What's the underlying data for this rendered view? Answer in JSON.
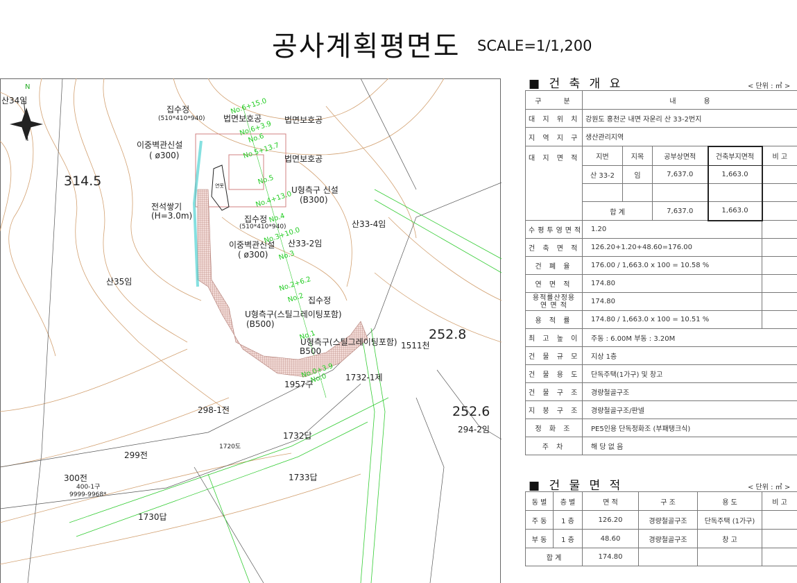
{
  "title": "공사계획평면도",
  "scale": "SCALE=1/1,200",
  "map": {
    "north": "N",
    "labels": [
      "산34임",
      "314.5",
      "집수정",
      "(510*410*940)",
      "법면보호공",
      "법면보호공",
      "이중벽관신설",
      "( ø300)",
      "법면보호공",
      "U형측구 신설",
      "(B300)",
      "전석쌓기",
      "(H=3.0m)",
      "집수정",
      "(510*410*940)",
      "이중벽관신설",
      "( ø300)",
      "산33-2임",
      "산33-4임",
      "산35임",
      "집수정",
      "U형측구(스틸그레이팅포함)",
      "(B500)",
      "U형측구(스틸그레이팅포함)",
      "B500",
      "1511천",
      "252.8",
      "1732-1제",
      "1957구",
      "298-1전",
      "252.6",
      "294-2임",
      "1732답",
      "1720도",
      "299전",
      "1733답",
      "300전",
      "400-1구",
      "9999-9968*",
      "1730답",
      "연못"
    ],
    "stations": [
      "No.6+15.0",
      "No.6+3.9",
      "No.6",
      "No.5+13.7",
      "No.5",
      "No.4+13.0",
      "No.4",
      "No.3+10.0",
      "No.3",
      "No.2+6.2",
      "No.2",
      "No.1",
      "No.0+3.9",
      "No.0"
    ]
  },
  "overview": {
    "heading": "■ 건 축 개 요",
    "unit": "< 단위 : ㎡ >",
    "header": [
      "구　　분",
      "내　　　　용"
    ],
    "location_label": "대 지 위 치",
    "location": "강원도 홍천군 내면 자운리 산 33-2번지",
    "zone_label": "지 역 지 구",
    "zone": "생산관리지역",
    "site_area_label": "대 지 면 적",
    "site_cols": [
      "지번",
      "지목",
      "공부상면적",
      "건축부지면적",
      "비 고"
    ],
    "site_rows": [
      [
        "산 33-2",
        "임",
        "7,637.0",
        "1,663.0",
        ""
      ],
      [
        "",
        "",
        "",
        "",
        ""
      ]
    ],
    "site_total": [
      "합 계",
      "7,637.0",
      "1,663.0"
    ],
    "rows": [
      {
        "label": "수평투영면적",
        "value": "1.20"
      },
      {
        "label": "건 축 면 적",
        "value": "126.20+1.20+48.60=176.00"
      },
      {
        "label": "건 폐 율",
        "value": "176.00 / 1,663.0 x 100 = 10.58 %"
      },
      {
        "label": "연 면 적",
        "value": "174.80"
      },
      {
        "label": "용적률산정용 연 면 적",
        "value": "174.80"
      },
      {
        "label": "용 적 률",
        "value": "174.80 / 1,663.0 x 100 = 10.51 %"
      },
      {
        "label": "최 고 높 이",
        "value": "주동 : 6.00M 부동 : 3.20M"
      },
      {
        "label": "건 물 규 모",
        "value": "지상 1층"
      },
      {
        "label": "건 물 용 도",
        "value": "단독주택(1가구) 및 창고"
      },
      {
        "label": "건 물 구 조",
        "value": "경량철골구조"
      },
      {
        "label": "지 붕 구 조",
        "value": "경량철골구조/판넬"
      },
      {
        "label": "정 화 조",
        "value": "PE5인용 단독정화조 (부패탱크식)"
      },
      {
        "label": "주 차",
        "value": "해 당 없 음"
      }
    ]
  },
  "floor_area": {
    "heading": "■ 건 물 면 적",
    "unit": "< 단위 : ㎡ >",
    "cols": [
      "동 별",
      "층 별",
      "면 적",
      "구 조",
      "용 도",
      "비 고"
    ],
    "rows": [
      [
        "주 동",
        "1 층",
        "126.20",
        "경량철골구조",
        "단독주택 (1가구)",
        ""
      ],
      [
        "부 동",
        "1 층",
        "48.60",
        "경량철골구조",
        "창 고",
        ""
      ]
    ],
    "total": [
      "합 계",
      "174.80"
    ]
  }
}
